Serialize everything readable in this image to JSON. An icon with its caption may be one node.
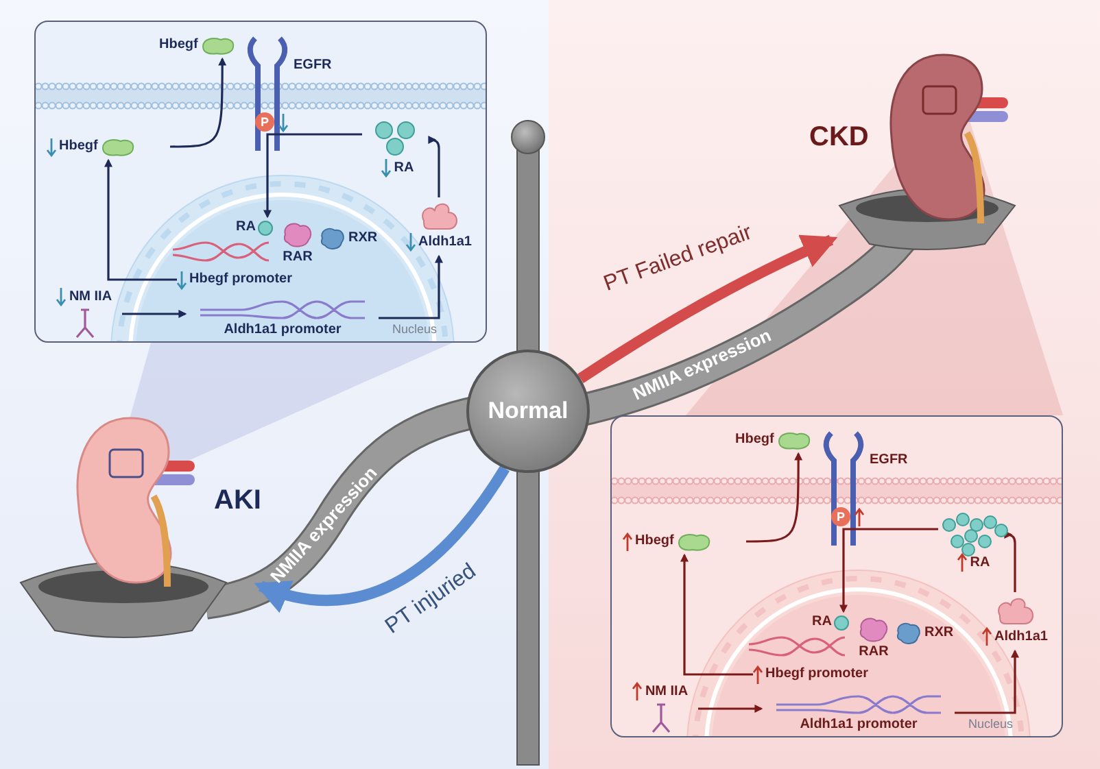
{
  "diagram": {
    "nodes": [
      {
        "text": [
          "Hbegf"
        ]
      },
      {
        "text": [
          "EGFR"
        ]
      },
      {
        "text": [
          "Hbegf"
        ]
      },
      {
        "text": [
          "RA"
        ]
      },
      {
        "text": [
          "Nucleus"
        ]
      },
      {
        "text": [
          "RA"
        ],
        "in": 4
      },
      {
        "text": [
          "RAR"
        ],
        "in": 4
      },
      {
        "text": [
          "RXR"
        ],
        "in": 4
      },
      {
        "text": [
          "Hbegf promoter"
        ],
        "in": 4
      },
      {
        "text": [
          "Aldh1a1 promoter"
        ],
        "in": 4
      },
      {
        "text": [
          "Aldh1a1"
        ]
      },
      {
        "text": [
          "NM IIA"
        ]
      },
      {
        "text": [
          "Hbegf"
        ]
      },
      {
        "text": [
          "EGFR"
        ]
      },
      {
        "text": [
          "Hbegf"
        ]
      },
      {
        "text": [
          "RA"
        ]
      },
      {
        "text": [
          "Nucleus"
        ]
      },
      {
        "text": [
          "RA"
        ],
        "in": 16
      },
      {
        "text": [
          "RAR"
        ],
        "in": 16
      },
      {
        "text": [
          "RXR"
        ],
        "in": 16
      },
      {
        "text": [
          "Hbegf promoter"
        ],
        "in": 16
      },
      {
        "text": [
          "Aldh1a1 promoter"
        ],
        "in": 16
      },
      {
        "text": [
          "Aldh1a1"
        ]
      },
      {
        "text": [
          "NM IIA"
        ]
      },
      {
        "text": [
          "AKI"
        ]
      },
      {
        "text": [
          "Normal"
        ]
      },
      {
        "text": [
          "CKD"
        ]
      }
    ],
    "edges": [
      {
        "from": 2,
        "to": 0,
        "arrow": "to",
        "color": "#1d2a57"
      },
      {
        "from": 8,
        "to": 2,
        "arrow": "to",
        "color": "#1d2a57"
      },
      {
        "from": 3,
        "to": 5,
        "arrow": "to",
        "color": "#1d2a57"
      },
      {
        "from": 10,
        "to": 3,
        "arrow": "to",
        "color": "#1d2a57"
      },
      {
        "from": 9,
        "to": 10,
        "arrow": "to",
        "color": "#1d2a57"
      },
      {
        "from": 11,
        "to": 9,
        "arrow": "to",
        "color": "#1d2a57"
      },
      {
        "from": 14,
        "to": 12,
        "arrow": "to",
        "color": "#7a1a1a"
      },
      {
        "from": 20,
        "to": 14,
        "arrow": "to",
        "color": "#7a1a1a"
      },
      {
        "from": 15,
        "to": 17,
        "arrow": "to",
        "color": "#7a1a1a"
      },
      {
        "from": 22,
        "to": 15,
        "arrow": "to",
        "color": "#7a1a1a"
      },
      {
        "from": 21,
        "to": 22,
        "arrow": "to",
        "color": "#7a1a1a"
      },
      {
        "from": 23,
        "to": 21,
        "arrow": "to",
        "color": "#7a1a1a"
      },
      {
        "from": 25,
        "to": 24,
        "arrow": "to",
        "label": "PT injuried",
        "style": "thick",
        "color": "#5b8bd0"
      },
      {
        "from": 25,
        "to": 26,
        "arrow": "to",
        "label": "PT Failed repair",
        "style": "thick",
        "color": "#d44b4b"
      }
    ],
    "labels": [
      "P",
      "NMIIA expression",
      "NMIIA expression",
      "P"
    ]
  }
}
